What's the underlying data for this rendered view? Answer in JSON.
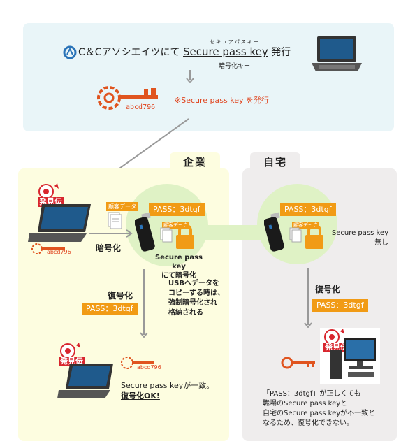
{
  "top": {
    "company": "C＆Cアソシエイツにて",
    "spk": "Secure pass key",
    "issue": "発行",
    "ruby": "セキュアパスキー",
    "subtitle": "暗号化キー",
    "key_code": "abcd796",
    "note": "※Secure pass key を発行"
  },
  "tabs": {
    "corp": "企業",
    "home": "自宅"
  },
  "corp": {
    "stamp_label": "発見伝",
    "key_code": "abcd796",
    "file_label": "顧客データ",
    "encrypt_label": "暗号化",
    "usb_pass": "PASS：3dtgf",
    "usb_file_label": "顧客データ",
    "usb_caption_1": "Secure pass key",
    "usb_caption_2": "にて暗号化",
    "usb_note_1": "USBへデータを",
    "usb_note_2": "コピーする時は、",
    "usb_note_3": "強制暗号化され",
    "usb_note_4": "格納される",
    "decrypt_label": "復号化",
    "decrypt_pass": "PASS：3dtgf",
    "bottom_stamp_label": "発見伝",
    "bottom_key_code": "abcd796",
    "match_text_1": "Secure pass keyが一致。",
    "match_text_2": "復号化OK!"
  },
  "home": {
    "usb_pass": "PASS：3dtgf",
    "usb_file_label": "顧客データ",
    "no_key_1": "Secure pass key",
    "no_key_2": "無し",
    "decrypt_label": "復号化",
    "decrypt_pass": "PASS：3dtgf",
    "stamp_label": "発見伝",
    "fail_1": "「PASS：3dtgf」が正しくても",
    "fail_2": "職場のSecure pass keyと",
    "fail_3": "自宅のSecure pass keyが不一致と",
    "fail_4": "なるため、復号化できない。"
  },
  "colors": {
    "orange": "#f19b15",
    "red": "#e0451f",
    "green": "#dff2c5",
    "yellow": "#fdfde0",
    "blue": "#e9f5f8",
    "gray": "#efeded"
  },
  "icons": [
    "company-logo-icon",
    "laptop-icon",
    "key-icon",
    "usb-drive-icon",
    "padlock-icon",
    "document-icon",
    "desktop-pc-icon",
    "stamp-icon"
  ]
}
